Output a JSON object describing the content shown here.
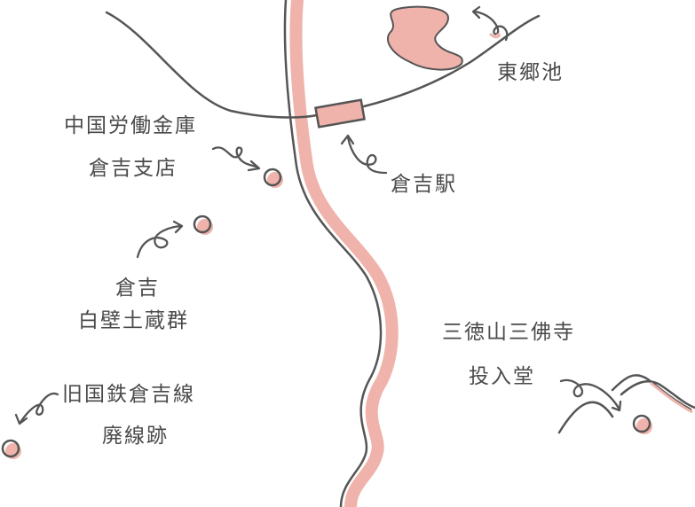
{
  "colors": {
    "line": "#555555",
    "accent": "#efb3ab",
    "accent_dark": "#e79a90"
  },
  "labels": {
    "bank_line1": "中国労働金庫",
    "bank_line2": "倉吉支店",
    "station": "倉吉駅",
    "lake": "東郷池",
    "shirakabe_line1": "倉吉",
    "shirakabe_line2": "白壁土蔵群",
    "old_line_line1": "旧国鉄倉吉線",
    "old_line_line2": "廃線跡",
    "temple_line1": "三徳山三佛寺",
    "temple_line2": "投入堂"
  }
}
